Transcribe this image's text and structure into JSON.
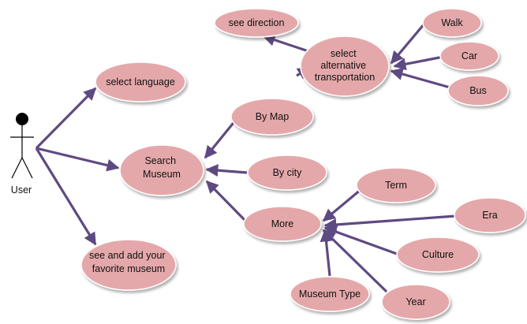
{
  "actor": {
    "label": "User"
  },
  "nodes": {
    "select_language": [
      "select language"
    ],
    "search_museum": [
      "Search",
      "Museum"
    ],
    "favorite_museum": [
      "see and add your",
      "favorite museum"
    ],
    "by_map": [
      "By Map"
    ],
    "by_city": [
      "By city"
    ],
    "more": [
      "More"
    ],
    "see_direction": [
      "see direction"
    ],
    "select_alt_transport": [
      "select",
      "alternative",
      "transportation"
    ],
    "walk": [
      "Walk"
    ],
    "car": [
      "Car"
    ],
    "bus": [
      "Bus"
    ],
    "term": [
      "Term"
    ],
    "era": [
      "Era"
    ],
    "culture": [
      "Culture"
    ],
    "year": [
      "Year"
    ],
    "museum_type": [
      "Museum Type"
    ]
  },
  "colors": {
    "node_fill": "#e5a8aa",
    "edge": "#5e4a82",
    "background": "#ffffff"
  }
}
